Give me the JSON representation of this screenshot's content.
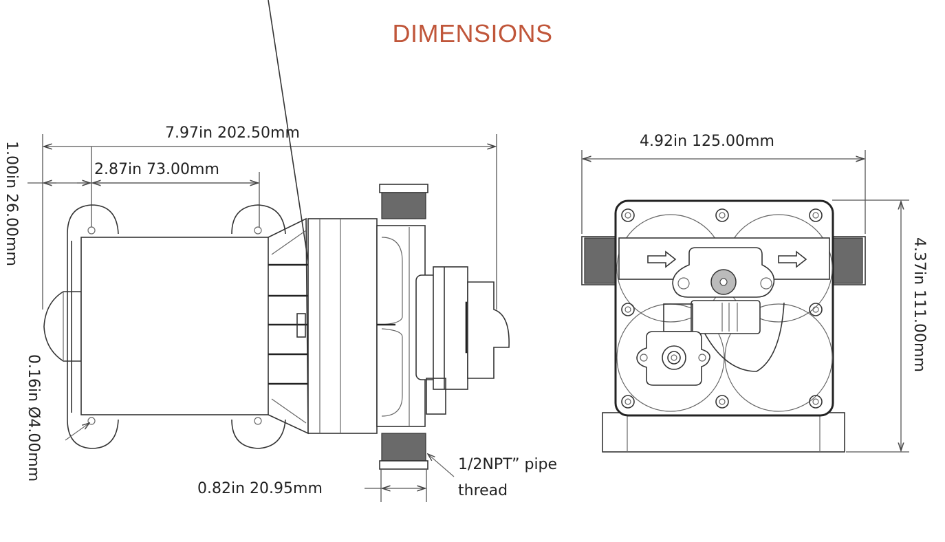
{
  "title": "DIMENSIONS",
  "side_view": {
    "overall_length": "7.97in  202.50mm",
    "mount_spacing": "2.87in  73.00mm",
    "mount_offset": "1.00in  26.00mm",
    "mount_hole": "0.16in  Ø4.00mm",
    "port_length": "0.82in  20.95mm",
    "thread_label_line1": "1/2NPT” pipe",
    "thread_label_line2": "thread"
  },
  "front_view": {
    "width": "4.92in  125.00mm",
    "height": "4.37in  111.00mm"
  },
  "colors": {
    "title": "#c0563a",
    "line": "#333333",
    "thread_fill": "#6a6a6a"
  }
}
